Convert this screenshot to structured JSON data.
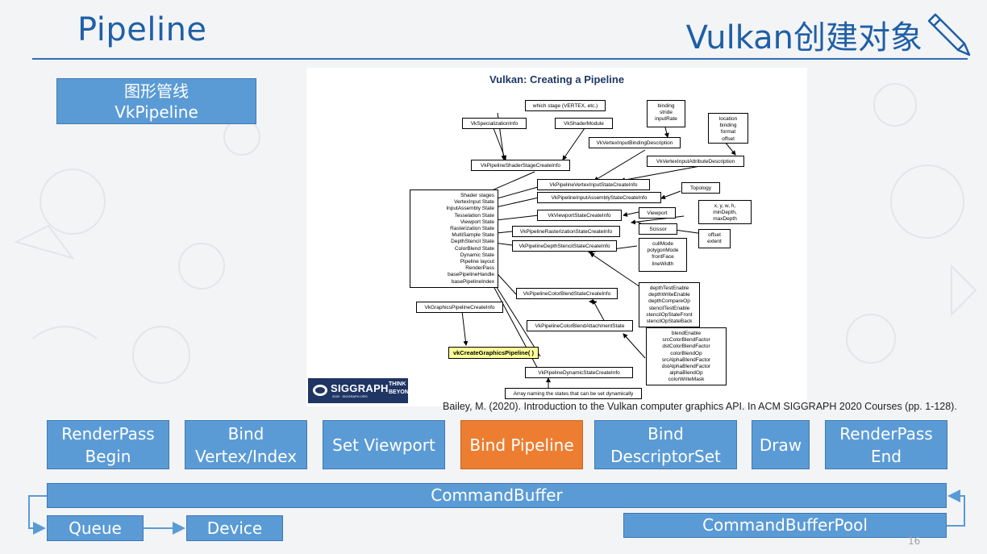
{
  "slide": {
    "title_left": "Pipeline",
    "title_right": "Vulkan创建对象",
    "page_number": "16"
  },
  "tag": {
    "line1": "图形管线",
    "line2": "VkPipeline"
  },
  "diagram": {
    "title": "Vulkan: Creating a Pipeline",
    "nodes": {
      "which_stage": "which stage (VERTEX, etc.)",
      "specialization": "VkSpecializationInfo",
      "shader_module": "VkShaderModule",
      "binding_box": [
        "binding",
        "stride",
        "inputRate"
      ],
      "location_box": [
        "location",
        "binding",
        "format",
        "offset"
      ],
      "vi_binding_desc": "VkVertexInputBindingDescription",
      "vi_attr_desc": "VkVertexInputAttributeDescription",
      "shader_stage_ci": "VkPipelineShaderStageCreateInfo",
      "vertex_input_ci": "VkPipelineVertexInputStateCreateInfo",
      "topology": "Topology",
      "input_assembly_ci": "VkPipelineInputAssemblyStateCreateInfo",
      "state_list": [
        "Shader stages",
        "VertexInput State",
        "InputAssembly State",
        "Tesselation State",
        "Viewport State",
        "Rasterization State",
        "MultiSample State",
        "DepthStencil State",
        "ColorBlend State",
        "Dynamic State",
        "Pipeline layout",
        "RenderPass",
        "basePipelineHandle",
        "basePipelineIndex"
      ],
      "viewport_ci": "VkViewportStateCreateInfo",
      "viewport": "Viewport",
      "xywh_box": [
        "x, y, w, h,",
        "minDepth,",
        "maxDepth"
      ],
      "scissor": "Scissor",
      "offset_box": [
        "offset",
        "extent"
      ],
      "raster_ci": "VkPipelineRasterizationStateCreateInfo",
      "depth_ci": "VkPipelineDepthStencilStateCreateInfo",
      "cull_box": [
        "cullMode",
        "polygonMode",
        "frontFace",
        "lineWidth"
      ],
      "depth_box": [
        "depthTestEnable",
        "depthWriteEnable",
        "depthCompareOp",
        "stencilTestEnable",
        "stencilOpStateFront",
        "stencilOpStateBack"
      ],
      "color_blend_ci": "VkPipelineColorBlendStateCreateInfo",
      "graphics_ci": "VkGraphicsPipelineCreateInfo",
      "color_blend_attach": "VkPipelineColorBlendAttachmentState",
      "blend_box": [
        "blendEnable",
        "srcColorBlendFactor",
        "dstColorBlendFactor",
        "colorBlendOp",
        "srcAlphaBlendFactor",
        "dstAlphaBlendFactor",
        "alphaBlendOp",
        "colorWriteMask"
      ],
      "create_call": "vkCreateGraphicsPipeline( )",
      "dynamic_ci": "VkPipelineDynamicStateCreateInfo",
      "dyn_array": "Array naming the states that can be set dynamically"
    },
    "logo": {
      "word": "SIGGRAPH",
      "tagline": "THINK BEYOND",
      "sub": "2020 · SIGGRAPH.ORG"
    }
  },
  "citation": "Bailey, M. (2020). Introduction to the Vulkan computer graphics API. In ACM SIGGRAPH 2020 Courses (pp. 1-128).",
  "steps": [
    {
      "line1": "RenderPass",
      "line2": "Begin"
    },
    {
      "line1": "Bind",
      "line2": "Vertex/Index"
    },
    {
      "line1": "Set Viewport",
      "line2": ""
    },
    {
      "line1": "Bind Pipeline",
      "line2": ""
    },
    {
      "line1": "Bind",
      "line2": "DescriptorSet"
    },
    {
      "line1": "Draw",
      "line2": ""
    },
    {
      "line1": "RenderPass",
      "line2": "End"
    }
  ],
  "bars": {
    "command_buffer": "CommandBuffer",
    "queue": "Queue",
    "device": "Device",
    "command_buffer_pool": "CommandBufferPool"
  },
  "colors": {
    "step_blue": "#5b9bd5",
    "step_active_orange": "#ed7d31",
    "title_blue": "#1f5fa6"
  }
}
